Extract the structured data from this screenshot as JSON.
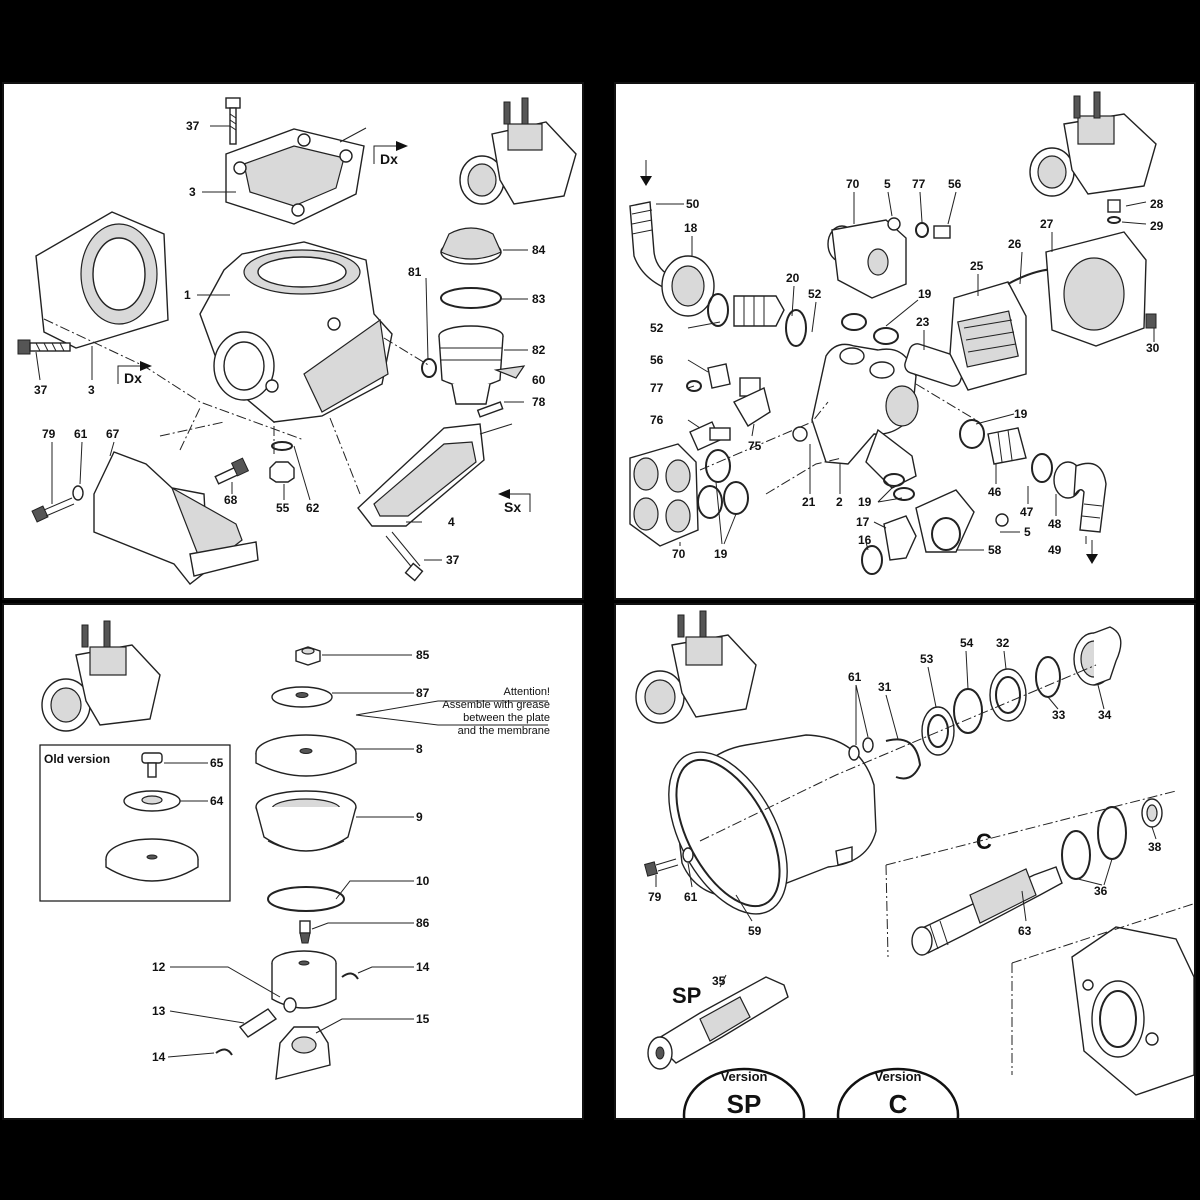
{
  "panels": [
    {
      "id": "pump-body",
      "callouts": [
        "37",
        "3",
        "37",
        "3",
        "1",
        "81",
        "84",
        "83",
        "82",
        "60",
        "78",
        "79",
        "61",
        "67",
        "68",
        "55",
        "62",
        "4",
        "37"
      ],
      "direction_labels": [
        "Dx",
        "Dx",
        "Sx"
      ]
    },
    {
      "id": "manifold",
      "callouts": [
        "50",
        "18",
        "70",
        "5",
        "77",
        "56",
        "28",
        "29",
        "27",
        "26",
        "25",
        "20",
        "52",
        "19",
        "23",
        "30",
        "52",
        "56",
        "77",
        "75",
        "76",
        "19",
        "21",
        "2",
        "46",
        "47",
        "48",
        "49",
        "19",
        "17",
        "16",
        "5",
        "58",
        "70",
        "19"
      ]
    },
    {
      "id": "diaphragm",
      "callouts": [
        "85",
        "87",
        "8",
        "65",
        "64",
        "9",
        "10",
        "86",
        "12",
        "14",
        "13",
        "15",
        "14"
      ],
      "attention_note": [
        "Attention!",
        "Assemble with grease",
        "between the plate",
        "and the membrane"
      ],
      "inset_title": "Old version"
    },
    {
      "id": "shaft",
      "callouts": [
        "53",
        "54",
        "32",
        "61",
        "31",
        "33",
        "34",
        "38",
        "36",
        "79",
        "61",
        "59",
        "63",
        "35"
      ],
      "marks": [
        "C",
        "SP"
      ],
      "versions": [
        {
          "word": "Version",
          "code": "SP"
        },
        {
          "word": "Version",
          "code": "C"
        }
      ]
    }
  ]
}
